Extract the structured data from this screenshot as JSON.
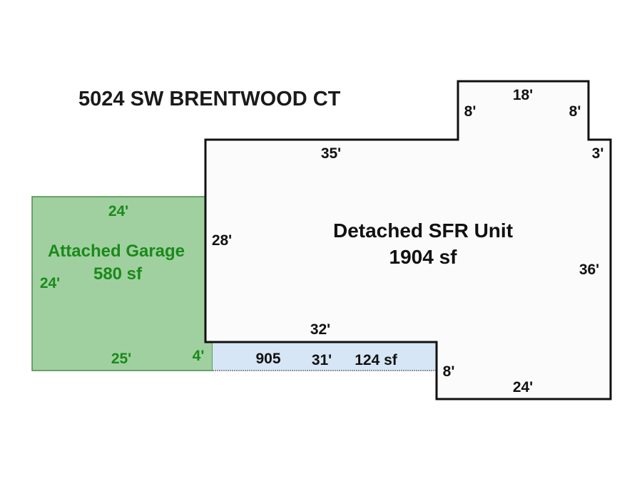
{
  "title": "5024 SW BRENTWOOD CT",
  "colors": {
    "house_fill": "#fbfbfb",
    "house_stroke": "#111111",
    "garage_fill": "#a0d0a0",
    "garage_stroke": "#4a8a4a",
    "garage_text": "#1a8a1a",
    "porch_fill": "#d6e6f6",
    "dim_text": "#111111"
  },
  "house": {
    "name": "Detached SFR Unit",
    "area": "1904 sf",
    "dims": {
      "top_bump": "18'",
      "bump_left": "8'",
      "bump_right": "8'",
      "top": "35'",
      "right_step": "3'",
      "left": "28'",
      "right": "36'",
      "inner_bottom": "32'",
      "lower_step": "8'",
      "bottom": "24'"
    }
  },
  "garage": {
    "name": "Attached Garage",
    "area": "580 sf",
    "dims": {
      "top": "24'",
      "left": "24'",
      "bottom": "25'",
      "right_step": "4'"
    }
  },
  "porch": {
    "code": "905",
    "length": "31'",
    "area": "124 sf"
  }
}
